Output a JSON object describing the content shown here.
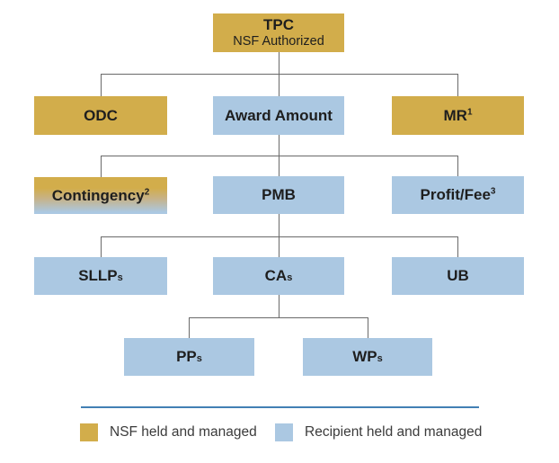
{
  "nodes": {
    "tpc": {
      "title": "TPC",
      "subtitle": "NSF Authorized"
    },
    "odc": {
      "label": "ODC"
    },
    "award_amount": {
      "label": "Award Amount"
    },
    "mr": {
      "label": "MR",
      "sup": "1"
    },
    "contingency": {
      "label": "Contingency",
      "sup": "2"
    },
    "pmb": {
      "label": "PMB"
    },
    "profit_fee": {
      "label": "Profit/Fee",
      "sup": "3"
    },
    "sllps": {
      "label": "SLLP",
      "sub": "s"
    },
    "cas": {
      "label": "CA",
      "sub": "s"
    },
    "ub": {
      "label": "UB"
    },
    "pps": {
      "label": "PP",
      "sub": "s"
    },
    "wps": {
      "label": "WP",
      "sub": "s"
    }
  },
  "legend": {
    "nsf_label": "NSF held and managed",
    "recipient_label": "Recipient held and managed"
  },
  "colors": {
    "gold": "#D2AD4B",
    "blue": "#ABC8E2",
    "connector": "#6A6A6A",
    "divider": "#4380B4",
    "text": "#1E1E1E",
    "legend_text": "#3B3B3B"
  }
}
